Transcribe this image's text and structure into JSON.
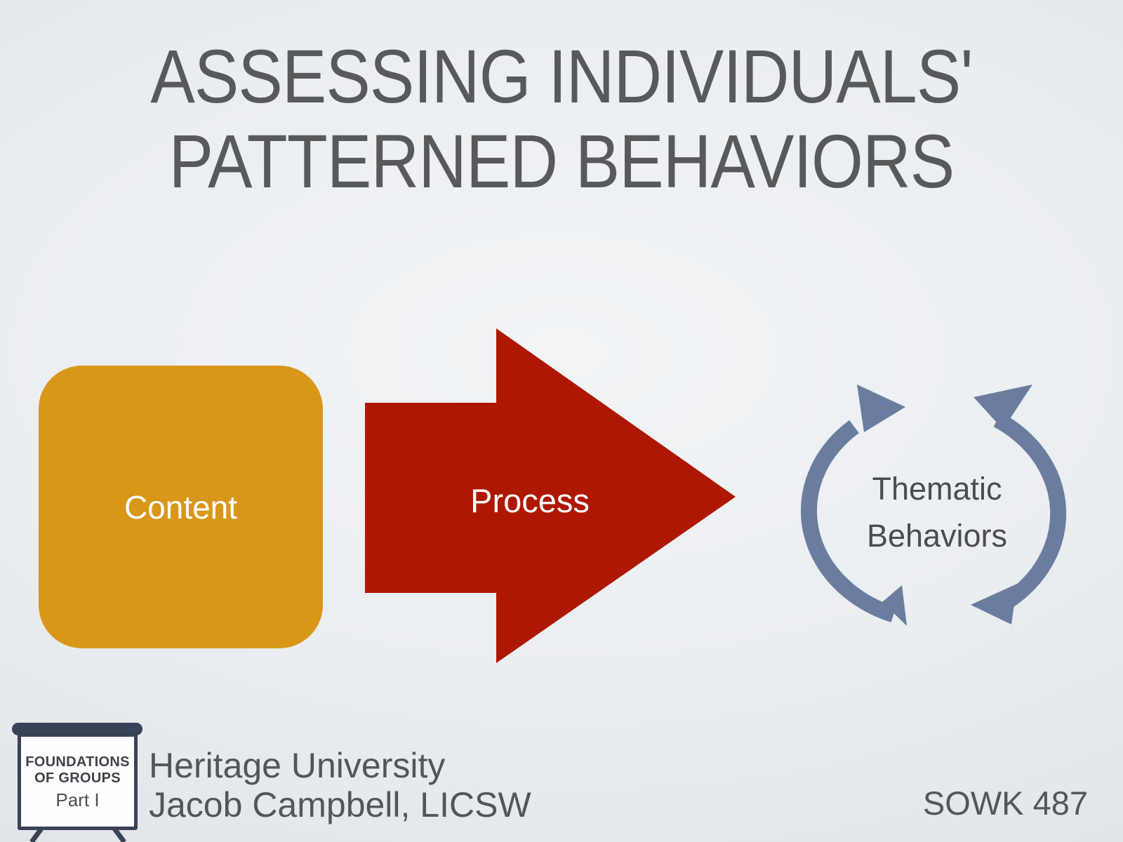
{
  "slide": {
    "title": {
      "line1": "ASSESSING INDIVIDUALS'",
      "line2": "PATTERNED BEHAVIORS"
    },
    "diagram": {
      "content_label": "Content",
      "process_label": "Process",
      "thematic_line1": "Thematic",
      "thematic_line2": "Behaviors"
    },
    "badge": {
      "line1": "FOUNDATIONS",
      "line2": "OF GROUPS",
      "part": "Part I"
    },
    "footer": {
      "affiliation_line1": "Heritage University",
      "affiliation_line2": "Jacob Campbell, LICSW",
      "course": "SOWK 487"
    },
    "colors": {
      "content_box": "#d89719",
      "process_arrow": "#ae1802",
      "cycle_arrows": "#6b7d9e",
      "easel_frame": "#3a4257",
      "title_text": "#58595b"
    }
  }
}
